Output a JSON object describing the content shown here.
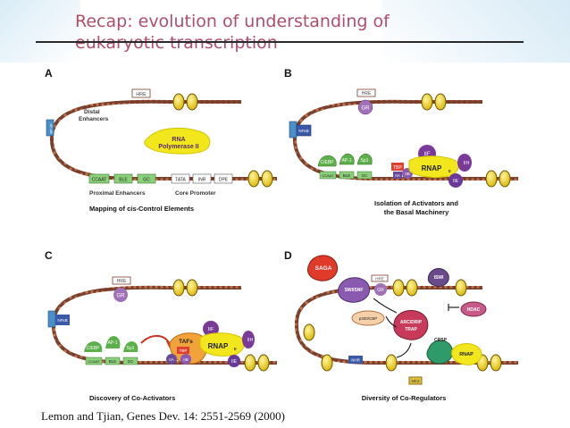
{
  "slide": {
    "title_line1": "Recap: evolution of understanding of",
    "title_line2": "eukaryotic transcription",
    "citation": "Lemon and Tjian, Genes Dev. 14: 2551-2569 (2000)"
  },
  "figure": {
    "panels": {
      "a": {
        "letter": "A",
        "caption": "Mapping of cis-Control Elements",
        "distal_1": "Distal",
        "distal_2": "Enhancers",
        "hre": "HRE",
        "nfkb": "NF-κB",
        "rna_1": "RNA",
        "rna_2": "Polymerase II",
        "boxes": [
          "CCAAT",
          "BLE",
          "GC",
          "TATA",
          "INR",
          "DPE"
        ],
        "proximal": "Proximal Enhancers",
        "core": "Core Promoter"
      },
      "b": {
        "letter": "B",
        "caption_1": "Isolation of Activators and",
        "caption_2": "the Basal Machinery",
        "hre": "HRE",
        "gr": "GR",
        "nfkb": "NFκB",
        "cebp": "C/EBP",
        "ap1": "AP-1",
        "sp1": "Sp1",
        "boxes": [
          "CCAAT",
          "BLE",
          "GC"
        ],
        "tbp": "TBP",
        "iib": "IIB",
        "iia": "IIA",
        "iif": "IIF",
        "rnap": "RNAP",
        "rnap_sub": "II",
        "iih": "IIH",
        "iie": "IIE"
      },
      "c": {
        "letter": "C",
        "caption": "Discovery of Co-Activators",
        "hre": "HRE",
        "gr": "GR",
        "nfkb": "NFκB",
        "cebp": "C/EBP",
        "ap1": "AP-1",
        "sp1": "Sp1",
        "boxes": [
          "CCAAT",
          "BLE",
          "GC"
        ],
        "tafs": "TAFs",
        "tbp": "TBP",
        "iia": "IIA",
        "iib": "IIB",
        "iif": "IIF",
        "rnap": "RNAP",
        "rnap_sub": "II",
        "iih": "IIH",
        "iie": "IIE"
      },
      "d": {
        "letter": "D",
        "caption": "Diversity of Co-Regulators",
        "saga": "SAGA",
        "swisnf": "SWI/SNF",
        "gr": "GR",
        "p300": "p300/CBP",
        "arc": "ARC/DRIP",
        "trap": "TRAP",
        "iswi": "ISWI",
        "hdac": "HDAC",
        "crsp": "CRSP",
        "rnap": "RNAP",
        "nhr": "NHR",
        "nc2": "NC2",
        "hre": "HRE"
      }
    }
  }
}
